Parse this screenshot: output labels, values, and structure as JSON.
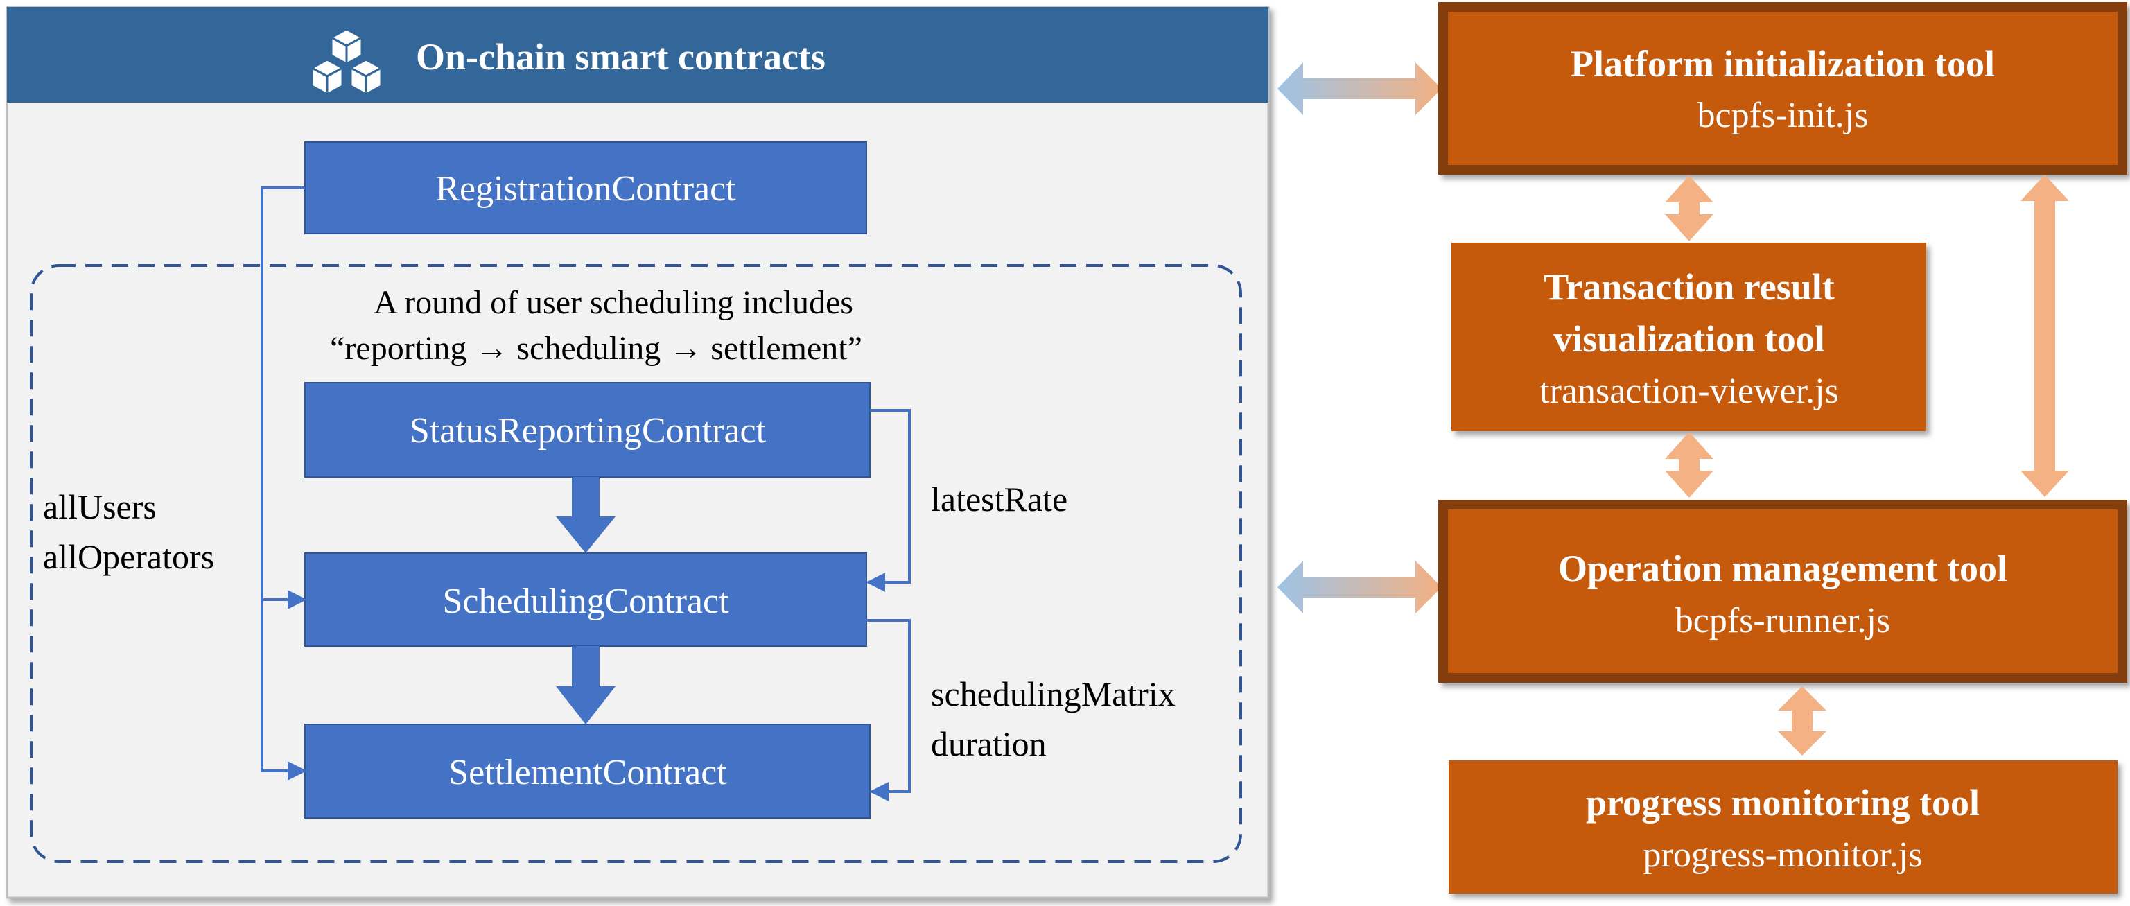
{
  "left_panel": {
    "title": "On-chain smart contracts",
    "icon": "blocks-icon",
    "registration_contract": "RegistrationContract",
    "round_note_line1": "A round of user scheduling includes",
    "round_note_line2": "“reporting → scheduling → settlement”",
    "status_reporting_contract": "StatusReportingContract",
    "scheduling_contract": "SchedulingContract",
    "settlement_contract": "SettlementContract",
    "all_users": "allUsers",
    "all_operators": "allOperators",
    "latest_rate": "latestRate",
    "scheduling_matrix": "schedulingMatrix",
    "duration": "duration"
  },
  "tools": {
    "platform_init": {
      "title": "Platform initialization tool",
      "file": "bcpfs-init.js"
    },
    "transaction_viewer": {
      "title_line1": "Transaction result",
      "title_line2": "visualization tool",
      "file": "transaction-viewer.js"
    },
    "operation_management": {
      "title": "Operation management tool",
      "file": "bcpfs-runner.js"
    },
    "progress_monitoring": {
      "title": "progress monitoring tool",
      "file": "progress-monitor.js"
    }
  },
  "colors": {
    "header_blue": "#336699",
    "contract_blue": "#4472C4",
    "panel_gray": "#F2F2F2",
    "tool_orange": "#C55A11",
    "tool_border": "#843C0C",
    "arrow_peach": "#F4B183",
    "arrow_blue": "#9DC3E6"
  }
}
